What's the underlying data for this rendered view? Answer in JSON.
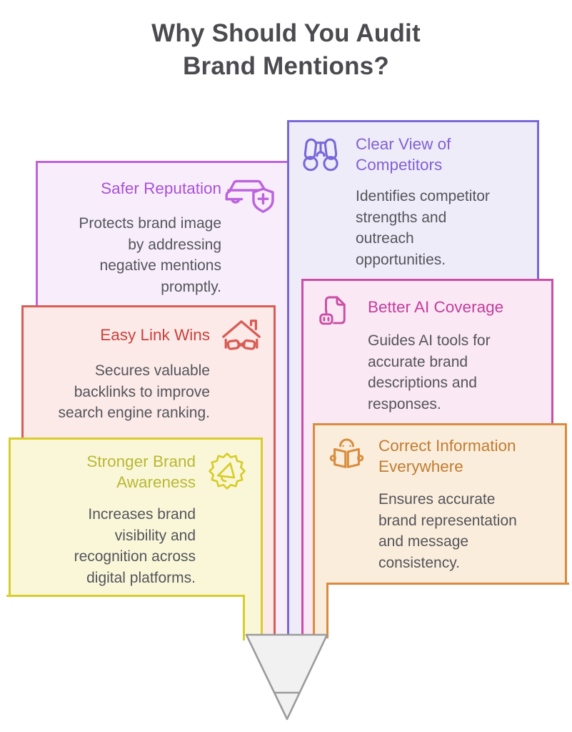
{
  "heading": "Why Should You Audit\nBrand Mentions?",
  "colors": {
    "heading_text": "#4a4a4f",
    "body_text": "#54545b",
    "background": "#ffffff"
  },
  "cards": [
    {
      "name": "clear-view-of-competitors",
      "title": "Clear View of\nCompetitors",
      "body": "Identifies competitor\nstrengths and\noutreach\nopportunities.",
      "icon": "binoculars-icon",
      "accent": "#7a67d8",
      "bg": "#efecfa",
      "title_color": "#8161d1"
    },
    {
      "name": "safer-reputation",
      "title": "Safer Reputation",
      "body": "Protects brand image\nby addressing\nnegative mentions\npromptly.",
      "icon": "car-shield-icon",
      "accent": "#bd64dd",
      "bg": "#f8eefb",
      "title_color": "#ab50d6"
    },
    {
      "name": "easy-link-wins",
      "title": "Easy Link Wins",
      "body": "Secures valuable\nbacklinks to improve\nsearch engine ranking.",
      "icon": "house-handshake-icon",
      "accent": "#d95c55",
      "bg": "#fbeae8",
      "title_color": "#cc403c"
    },
    {
      "name": "better-ai-coverage",
      "title": "Better AI Coverage",
      "body": "Guides AI tools for\naccurate brand\ndescriptions and\nresponses.",
      "icon": "document-robot-icon",
      "accent": "#ca4fa4",
      "bg": "#fae8f4",
      "title_color": "#c43d9e"
    },
    {
      "name": "stronger-brand-awareness",
      "title": "Stronger Brand\nAwareness",
      "body": "Increases brand\nvisibility and\nrecognition across\ndigital platforms.",
      "icon": "megaphone-badge-icon",
      "accent": "#d7cd2b",
      "bg": "#faf7d9",
      "title_color": "#b9b832"
    },
    {
      "name": "correct-information-everywhere",
      "title": "Correct Information\nEverywhere",
      "body": "Ensures accurate\nbrand representation\nand message\nconsistency.",
      "icon": "reader-book-icon",
      "accent": "#d98c3d",
      "bg": "#faeddb",
      "title_color": "#c17c33"
    }
  ],
  "pencil": {
    "tip_fill": "#f1f1f1",
    "tip_stroke": "#9b9b9b"
  }
}
